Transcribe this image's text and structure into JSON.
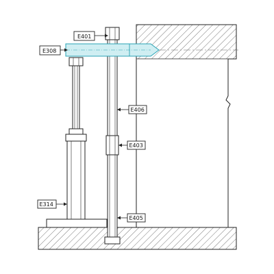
{
  "labels": {
    "e401": "E401",
    "e308": "E308",
    "e406": "E406",
    "e403": "E403",
    "e314": "E314",
    "e405": "E405"
  },
  "colors": {
    "highlight_fill": "#cfeef2",
    "highlight_stroke": "#2aa3b5",
    "line": "#222222",
    "hatch": "#555555"
  }
}
